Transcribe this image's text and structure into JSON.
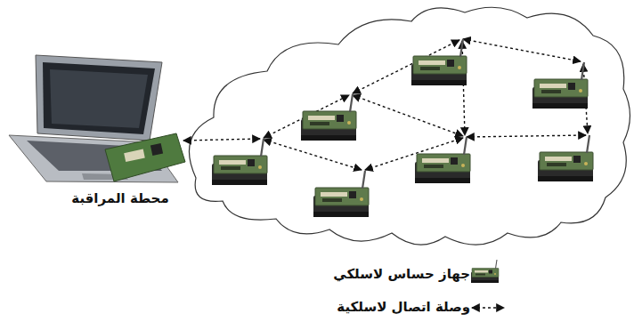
{
  "diagram": {
    "labels": [
      "محطة المراقبة"
    ],
    "legend": [
      {
        "text": "جهاز حساس لاسلكي"
      },
      {
        "text": "وصلة اتصال لاسلكية"
      }
    ]
  }
}
